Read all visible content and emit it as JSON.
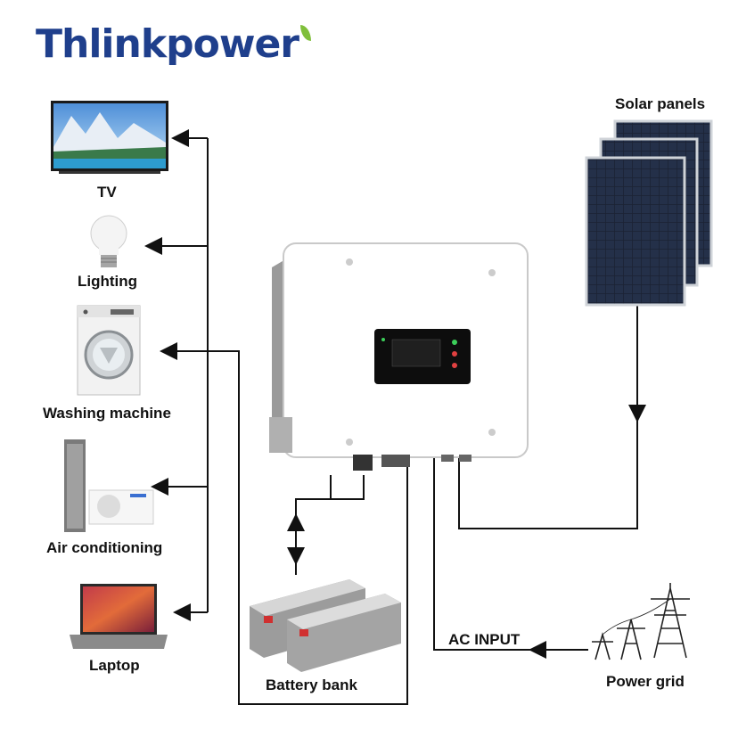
{
  "brand": {
    "name": "Thlinkpower"
  },
  "loads": {
    "tv": "TV",
    "lighting": "Lighting",
    "washing_machine": "Washing machine",
    "air_conditioning": "Air conditioning",
    "laptop": "Laptop"
  },
  "sources": {
    "solar_panels": "Solar panels",
    "power_grid": "Power grid",
    "ac_input": "AC INPUT",
    "battery_bank": "Battery bank"
  },
  "colors": {
    "brand": "#1f3f8c",
    "brand_leaf": "#7fbf3a",
    "wire": "#111111",
    "inverter_body": "#ffffff",
    "display": "#0d0d0d"
  },
  "icons": {
    "tv": "tv-icon",
    "lighting": "light-bulb-icon",
    "washing_machine": "washing-machine-icon",
    "air_conditioning": "air-conditioner-icon",
    "laptop": "laptop-icon",
    "solar": "solar-panel-icon",
    "grid": "transmission-tower-icon",
    "battery": "battery-icon",
    "inverter": "inverter-icon"
  }
}
